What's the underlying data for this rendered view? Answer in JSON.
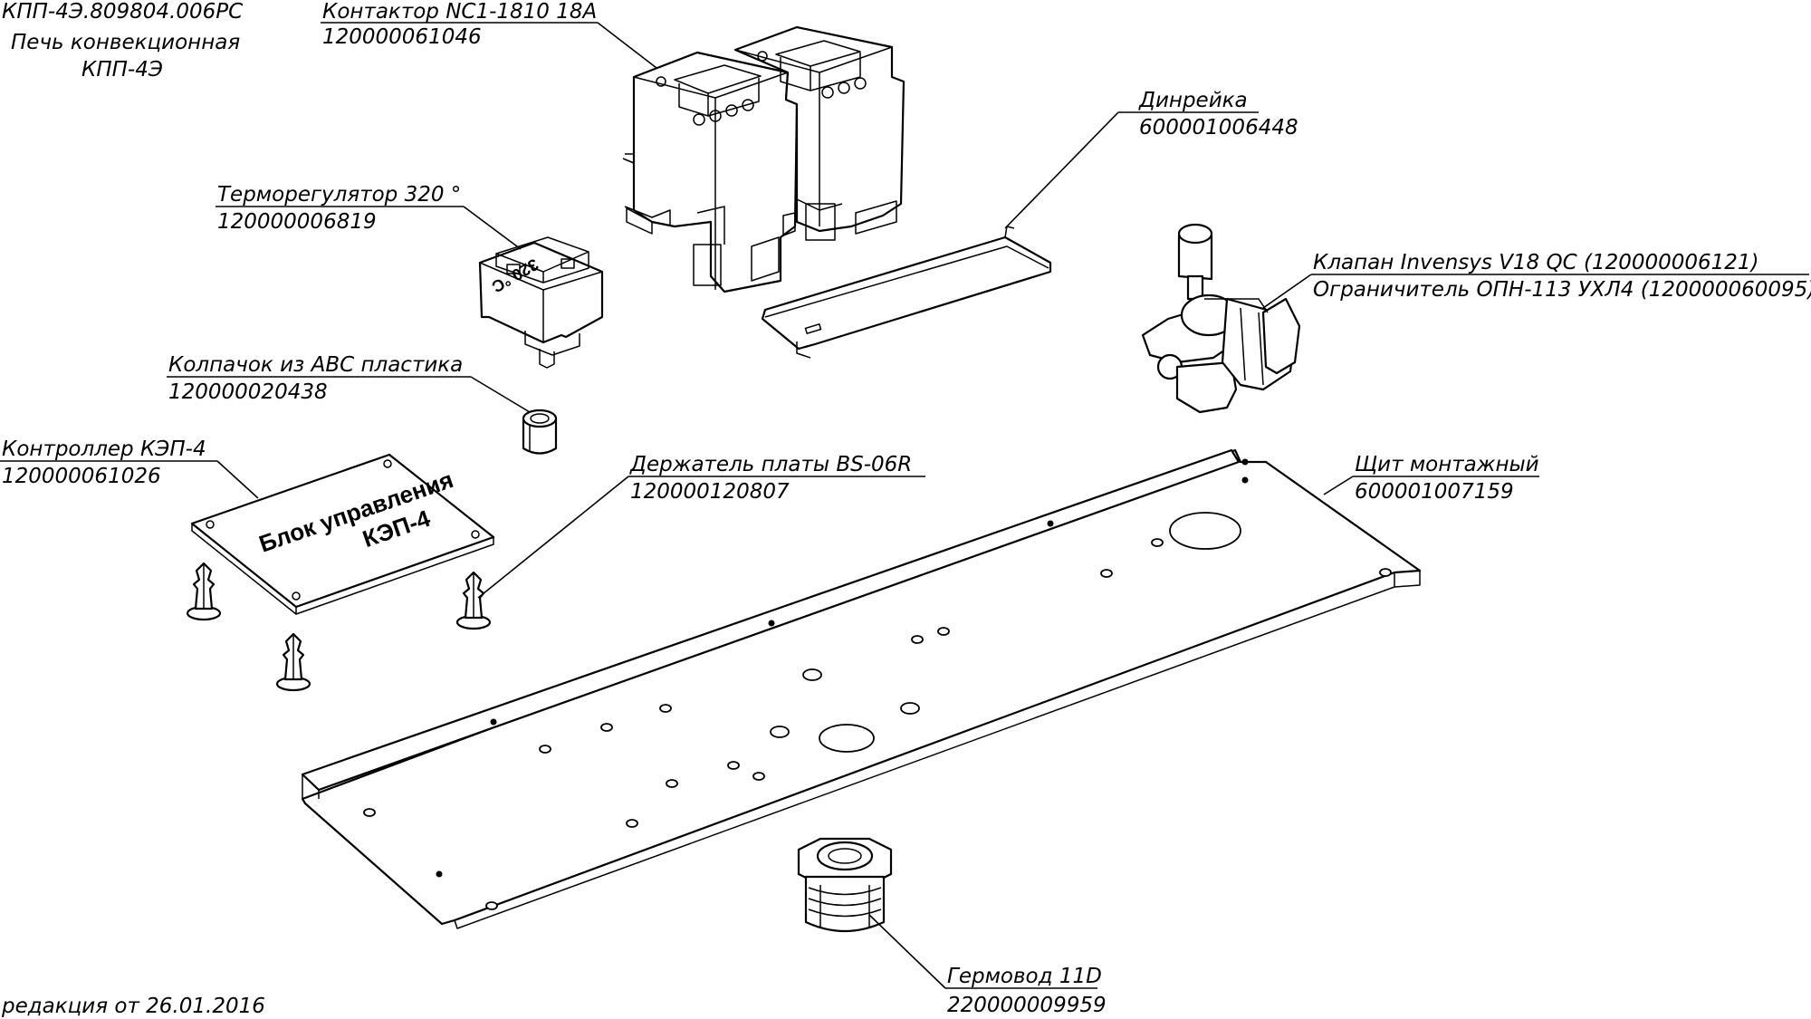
{
  "header": {
    "doc_number": "КПП-4Э.809804.006РС",
    "title_line1": "Печь конвекционная",
    "title_line2": "КПП-4Э"
  },
  "footer": {
    "revision": "редакция от 26.01.2016"
  },
  "callouts": {
    "contactor": {
      "name": "Контактор NC1-1810 18А",
      "code": "120000061046"
    },
    "dinrail": {
      "name": "Динрейка",
      "code": "600001006448"
    },
    "thermostat": {
      "name": "Терморегулятор 320 °",
      "code": "120000006819"
    },
    "valve": {
      "name": "Клапан Invensys V18 QC (120000006121)",
      "code": "Ограничитель ОПН-113 УХЛ4 (120000060095)"
    },
    "cap": {
      "name": "Колпачок из АВС пластика",
      "code": "120000020438"
    },
    "controller": {
      "name": "Контроллер КЭП-4",
      "code": "120000061026"
    },
    "holder": {
      "name": "Держатель платы BS-06R",
      "code": "120000120807"
    },
    "panel": {
      "name": "Щит монтажный",
      "code": "600001007159"
    },
    "gland": {
      "name": "Гермовод 11D",
      "code": "220000009959"
    }
  },
  "controller_plate": {
    "line1": "Блок управления",
    "line2": "КЭП-4"
  },
  "thermostat_marking": "320 °C"
}
